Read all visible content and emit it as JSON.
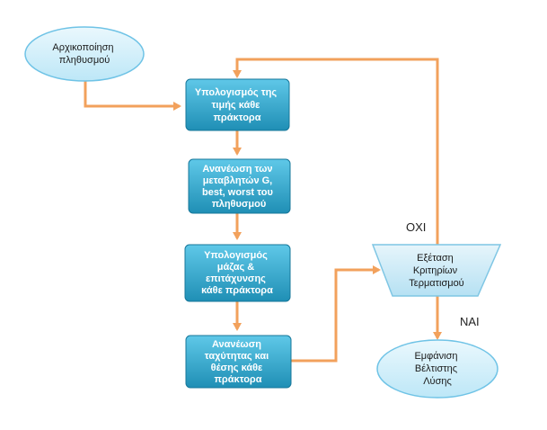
{
  "colors": {
    "arrow": "#f2a15c",
    "process_fill_top": "#5fc8e8",
    "process_fill_bottom": "#1f8fb5",
    "process_stroke": "#17779a",
    "oval_fill_top": "#e9f7fd",
    "oval_fill_bottom": "#bfe8f8",
    "oval_stroke": "#6fc3e6",
    "decision_fill_top": "#e4f4fb",
    "decision_fill_bottom": "#b8e2f4",
    "decision_stroke": "#7fc6e4"
  },
  "nodes": {
    "start": {
      "lines": [
        "Αρχικοποίηση",
        "πληθυσμού"
      ]
    },
    "fitness": {
      "lines": [
        "Υπολογισμός της",
        "τιμής κάθε",
        "πράκτορα"
      ]
    },
    "update_vars": {
      "lines": [
        "Ανανέωση των",
        "μεταβλητών G,",
        "best, worst του",
        "πληθυσμού"
      ]
    },
    "mass_accel": {
      "lines": [
        "Υπολογισμός",
        "μάζας &",
        "επιτάχυνσης",
        "κάθε πράκτορα"
      ]
    },
    "velocity_pos": {
      "lines": [
        "Ανανέωση",
        "ταχύτητας και",
        "θέσης κάθε",
        "πράκτορα"
      ]
    },
    "termination": {
      "lines": [
        "Εξέταση",
        "Κριτηρίων",
        "Τερματισμού"
      ]
    },
    "best_solution": {
      "lines": [
        "Εμφάνιση",
        "Βέλτιστης",
        "Λύσης"
      ]
    }
  },
  "edges": {
    "no_label": "ΟΧΙ",
    "yes_label": "ΝΑΙ"
  }
}
